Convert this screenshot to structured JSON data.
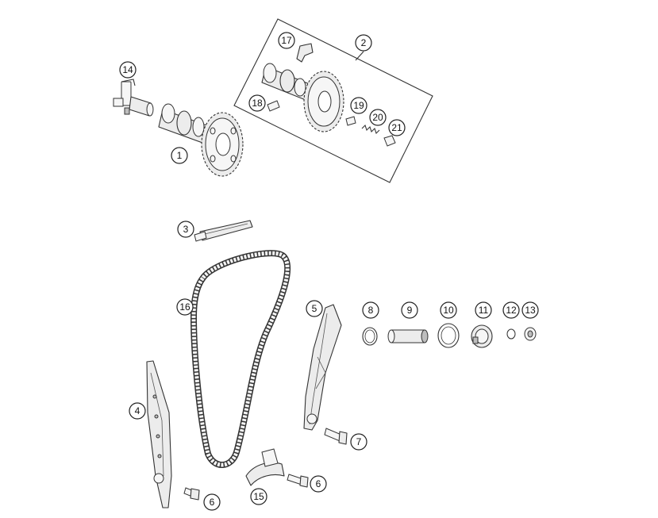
{
  "callouts": [
    {
      "id": "1",
      "label": "1"
    },
    {
      "id": "2",
      "label": "2"
    },
    {
      "id": "3",
      "label": "3"
    },
    {
      "id": "4",
      "label": "4"
    },
    {
      "id": "5",
      "label": "5"
    },
    {
      "id": "6a",
      "label": "6"
    },
    {
      "id": "6b",
      "label": "6"
    },
    {
      "id": "7",
      "label": "7"
    },
    {
      "id": "8",
      "label": "8"
    },
    {
      "id": "9",
      "label": "9"
    },
    {
      "id": "10",
      "label": "10"
    },
    {
      "id": "11",
      "label": "11"
    },
    {
      "id": "12",
      "label": "12"
    },
    {
      "id": "13",
      "label": "13"
    },
    {
      "id": "14",
      "label": "14"
    },
    {
      "id": "15",
      "label": "15"
    },
    {
      "id": "16",
      "label": "16"
    },
    {
      "id": "17",
      "label": "17"
    },
    {
      "id": "18",
      "label": "18"
    },
    {
      "id": "19",
      "label": "19"
    },
    {
      "id": "20",
      "label": "20"
    },
    {
      "id": "21",
      "label": "21"
    }
  ]
}
